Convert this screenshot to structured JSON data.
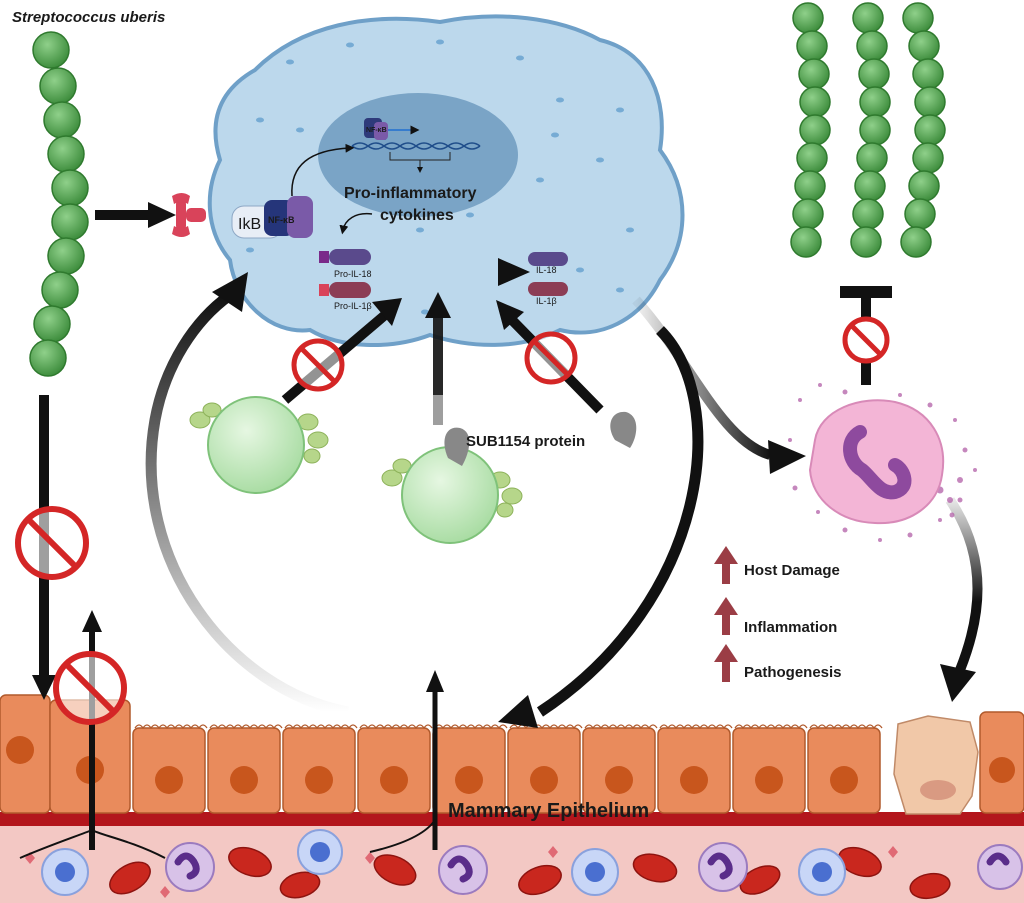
{
  "labels": {
    "bacteria": "Streptococcus uberis",
    "ikb": "IkB",
    "nfkb_complex": "NF-κB",
    "nfkb_nucleus": "NF-κB",
    "pro_inflammatory_line1": "Pro-inflammatory",
    "pro_inflammatory_line2": "cytokines",
    "pro_il18": "Pro-IL-18",
    "pro_il1b": "Pro-IL-1β",
    "il18": "IL-18",
    "il1b": "IL-1β",
    "sub1154": "SUB1154 protein",
    "host_damage": "Host Damage",
    "inflammation": "Inflammation",
    "pathogenesis": "Pathogenesis",
    "mammary_epithelium": "Mammary Epithelium"
  },
  "colors": {
    "bacteria_green": "#5cab5a",
    "macrophage_fill": "#bcd8ec",
    "macrophage_edge": "#6fa0c8",
    "nucleus": "#7aa4c6",
    "inhibit_red": "#d42626",
    "epithelium": "#e98b5c",
    "epithelium_nucleus": "#c8561d",
    "arrow_up": "#9b3d45",
    "blood_band": "#f3c8c4",
    "rbc": "#c9271e",
    "neutrophil": "#f3b5d6"
  }
}
